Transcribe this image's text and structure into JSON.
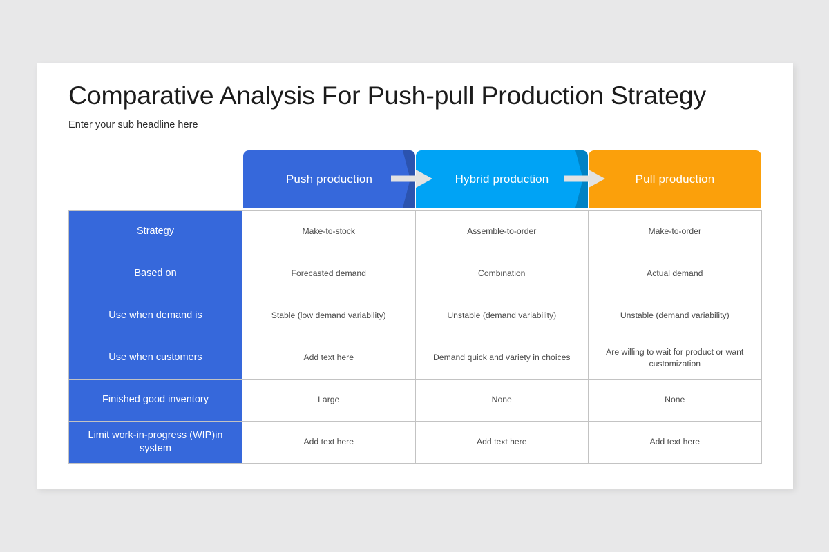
{
  "slide": {
    "title": "Comparative Analysis For Push-pull Production Strategy",
    "subtitle": "Enter your sub headline here"
  },
  "colors": {
    "background": "#e8e8e9",
    "card": "#ffffff",
    "push": "#3668db",
    "hybrid": "#00a3f5",
    "pull": "#fba00b",
    "row_label": "#3668db",
    "cell_border": "#c3c3c3",
    "arrow": "#e2e2e2",
    "title_text": "#1b1b1b",
    "cell_text": "#4a4a4a"
  },
  "table": {
    "corner_label": "",
    "columns": [
      {
        "key": "push",
        "label": "Push production",
        "color": "#3668db"
      },
      {
        "key": "hybrid",
        "label": "Hybrid production",
        "color": "#00a3f5"
      },
      {
        "key": "pull",
        "label": "Pull production",
        "color": "#fba00b"
      }
    ],
    "arrows": [
      {
        "id": "arrow-push-to-hybrid",
        "icon": "right-arrow-icon"
      },
      {
        "id": "arrow-hybrid-to-pull",
        "icon": "right-arrow-icon"
      }
    ],
    "rows": [
      {
        "label": "Strategy",
        "cells": [
          "Make-to-stock",
          "Assemble-to-order",
          "Make-to-order"
        ]
      },
      {
        "label": "Based on",
        "cells": [
          "Forecasted demand",
          "Combination",
          "Actual demand"
        ]
      },
      {
        "label": "Use when demand is",
        "cells": [
          "Stable (low demand variability)",
          "Unstable (demand variability)",
          "Unstable (demand variability)"
        ]
      },
      {
        "label": "Use when customers",
        "cells": [
          "Add text here",
          "Demand quick and variety in choices",
          "Are willing to wait for product or want customization"
        ]
      },
      {
        "label": "Finished good inventory",
        "cells": [
          "Large",
          "None",
          "None"
        ]
      },
      {
        "label": "Limit work-in-progress (WIP)in system",
        "cells": [
          "Add text here",
          "Add text here",
          "Add text here"
        ]
      }
    ]
  }
}
